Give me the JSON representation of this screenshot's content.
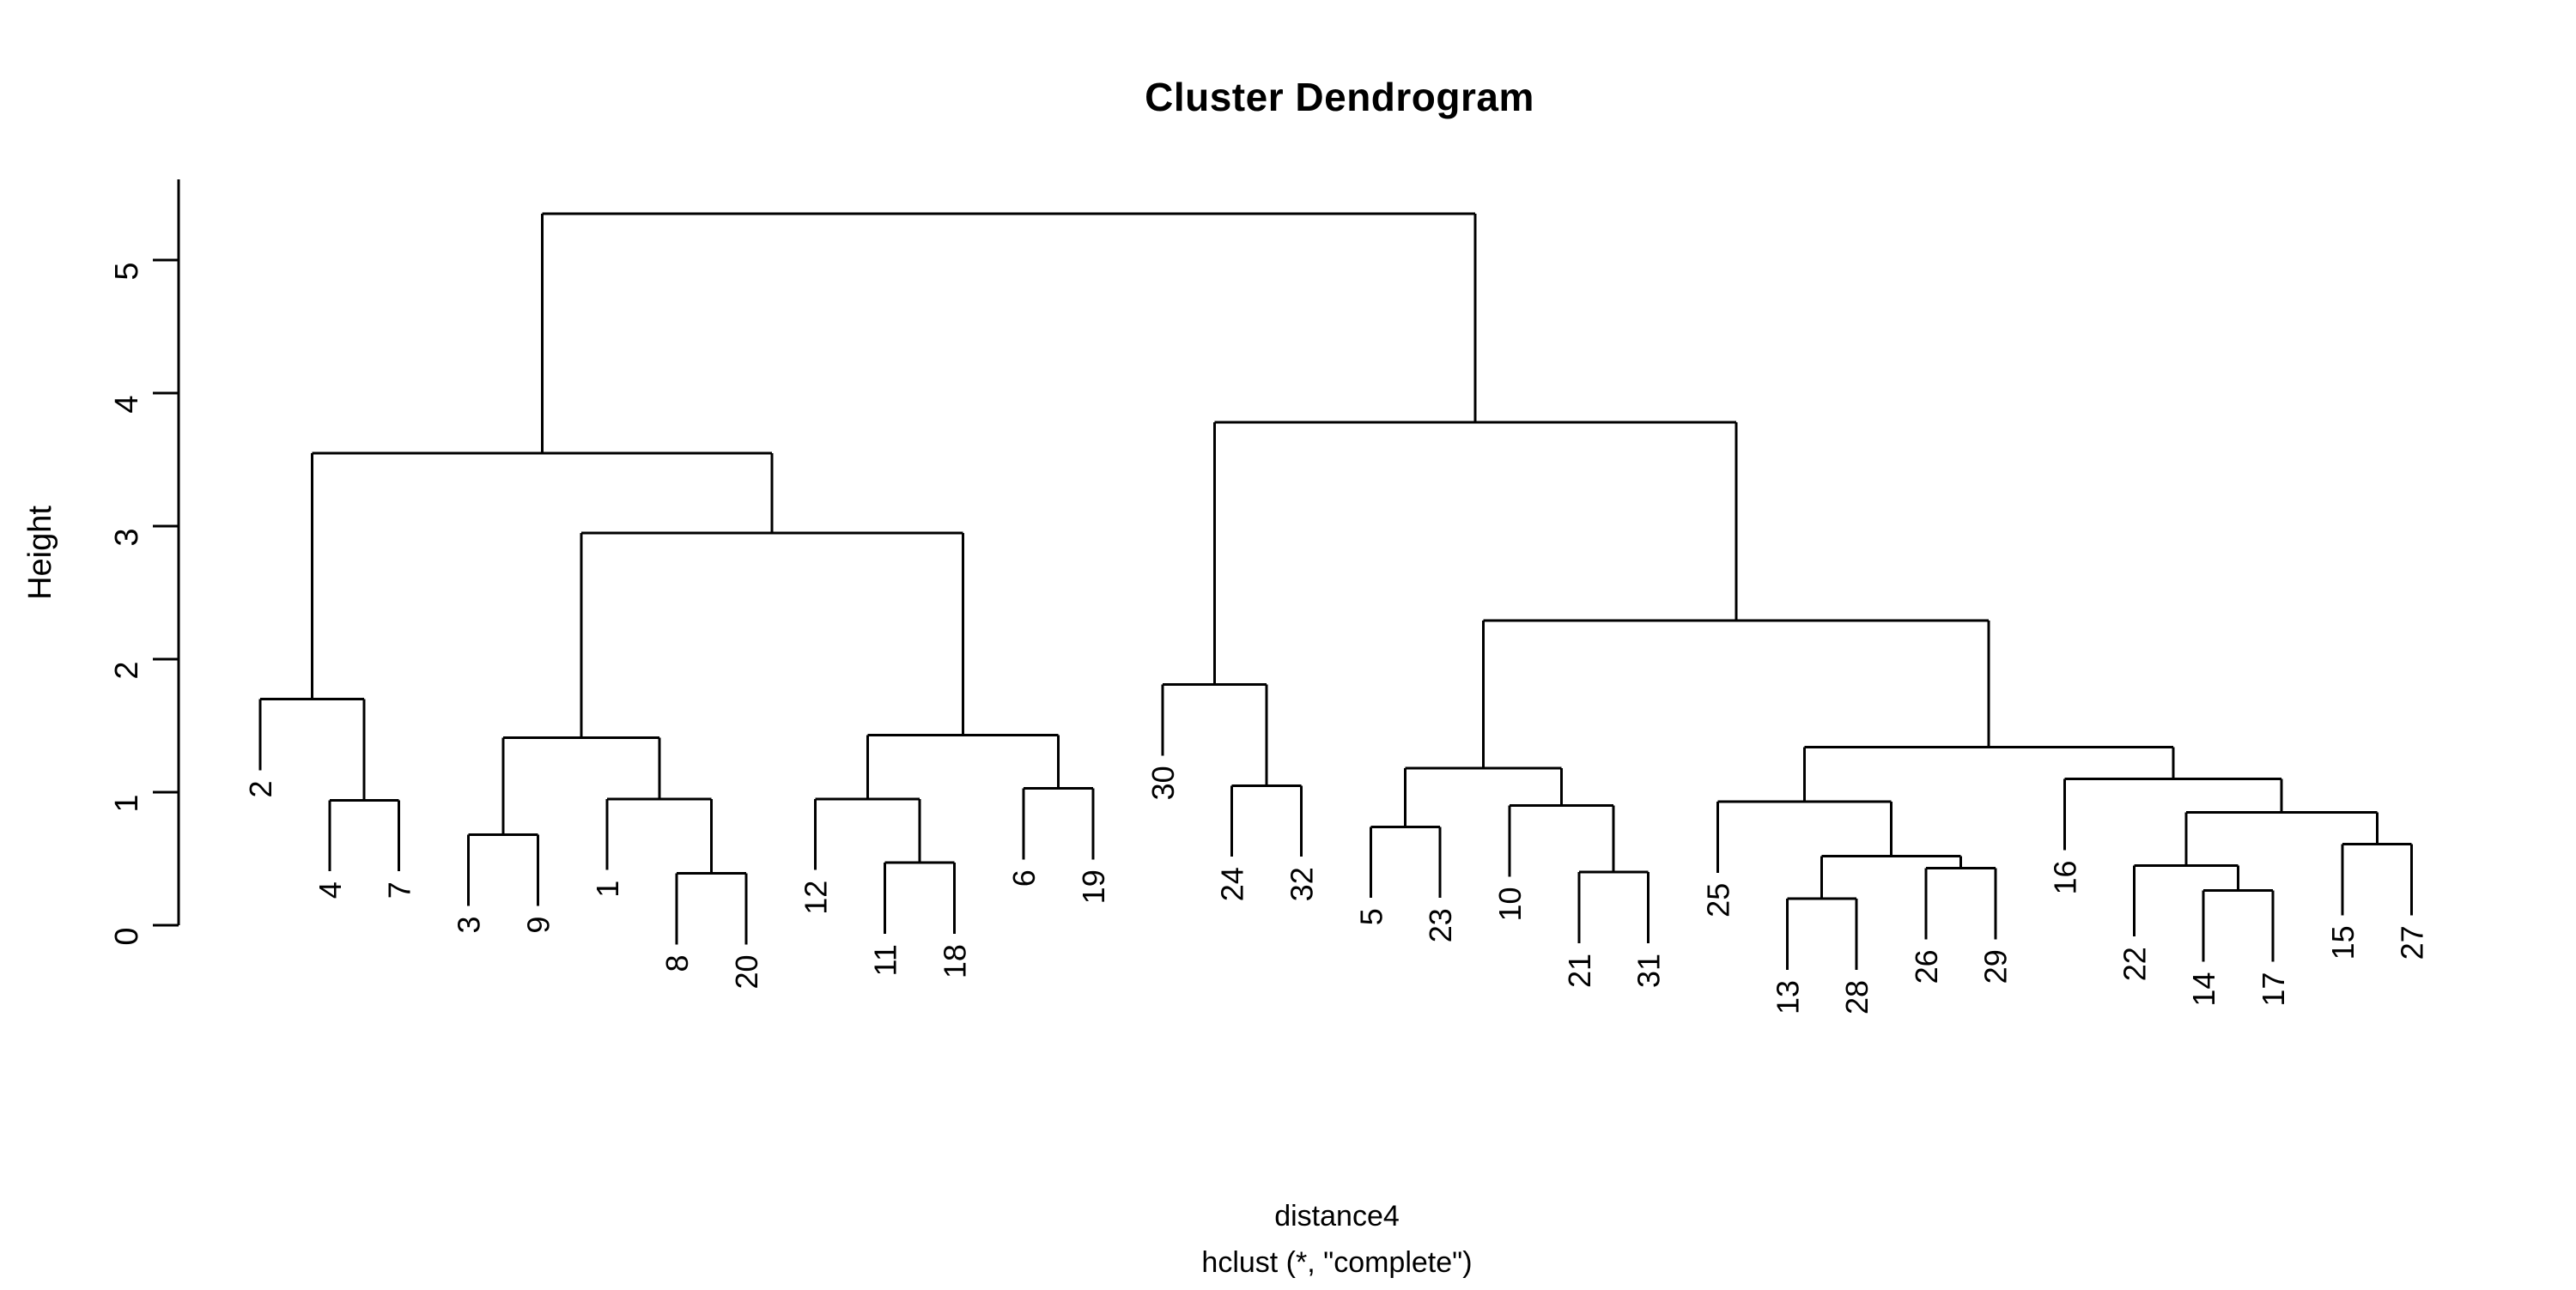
{
  "title": "Cluster Dendrogram",
  "y_axis": {
    "label": "Height",
    "ticks": [
      "0",
      "1",
      "2",
      "3",
      "4",
      "5"
    ]
  },
  "caption": {
    "line1": "distance4",
    "line2": "hclust (*, \"complete\")"
  },
  "colors": {
    "line": "#000000",
    "text": "#000000",
    "background": "#ffffff"
  },
  "chart_data": {
    "type": "dendrogram",
    "title": "Cluster Dendrogram",
    "ylabel": "Height",
    "xlabel": "distance4",
    "subtitle": "hclust (*, \"complete\")",
    "yticks": [
      0,
      1,
      2,
      3,
      4,
      5
    ],
    "ylim": [
      0,
      5.6
    ],
    "grid": false,
    "legend": "none",
    "linkage": "complete",
    "hang_fraction": 0.1,
    "n_leaves": 32,
    "leaf_order": [
      "2",
      "4",
      "7",
      "3",
      "9",
      "1",
      "8",
      "20",
      "12",
      "11",
      "18",
      "6",
      "19",
      "30",
      "24",
      "32",
      "5",
      "23",
      "10",
      "21",
      "31",
      "25",
      "13",
      "28",
      "26",
      "29",
      "16",
      "22",
      "14",
      "17",
      "15",
      "27"
    ],
    "tree": {
      "h": 5.35,
      "children": [
        {
          "h": 3.55,
          "children": [
            {
              "h": 1.7,
              "children": [
                "2",
                {
                  "h": 0.94,
                  "children": [
                    "4",
                    "7"
                  ]
                }
              ]
            },
            {
              "h": 2.95,
              "children": [
                {
                  "h": 1.41,
                  "children": [
                    {
                      "h": 0.68,
                      "children": [
                        "3",
                        "9"
                      ]
                    },
                    {
                      "h": 0.95,
                      "children": [
                        "1",
                        {
                          "h": 0.39,
                          "children": [
                            "8",
                            "20"
                          ]
                        }
                      ]
                    }
                  ]
                },
                {
                  "h": 1.43,
                  "children": [
                    {
                      "h": 0.95,
                      "children": [
                        "12",
                        {
                          "h": 0.47,
                          "children": [
                            "11",
                            "18"
                          ]
                        }
                      ]
                    },
                    {
                      "h": 1.03,
                      "children": [
                        "6",
                        "19"
                      ]
                    }
                  ]
                }
              ]
            }
          ]
        },
        {
          "h": 3.78,
          "children": [
            {
              "h": 1.81,
              "children": [
                "30",
                {
                  "h": 1.05,
                  "children": [
                    "24",
                    "32"
                  ]
                }
              ]
            },
            {
              "h": 2.29,
              "children": [
                {
                  "h": 1.18,
                  "children": [
                    {
                      "h": 0.74,
                      "children": [
                        "5",
                        "23"
                      ]
                    },
                    {
                      "h": 0.9,
                      "children": [
                        "10",
                        {
                          "h": 0.4,
                          "children": [
                            "21",
                            "31"
                          ]
                        }
                      ]
                    }
                  ]
                },
                {
                  "h": 1.34,
                  "children": [
                    {
                      "h": 0.93,
                      "children": [
                        "25",
                        {
                          "h": 0.52,
                          "children": [
                            {
                              "h": 0.2,
                              "children": [
                                "13",
                                "28"
                              ]
                            },
                            {
                              "h": 0.43,
                              "children": [
                                "26",
                                "29"
                              ]
                            }
                          ]
                        }
                      ]
                    },
                    {
                      "h": 1.1,
                      "children": [
                        "16",
                        {
                          "h": 0.85,
                          "children": [
                            {
                              "h": 0.45,
                              "children": [
                                "22",
                                {
                                  "h": 0.26,
                                  "children": [
                                    "14",
                                    "17"
                                  ]
                                }
                              ]
                            },
                            {
                              "h": 0.61,
                              "children": [
                                "15",
                                "27"
                              ]
                            }
                          ]
                        }
                      ]
                    }
                  ]
                }
              ]
            }
          ]
        }
      ]
    }
  }
}
